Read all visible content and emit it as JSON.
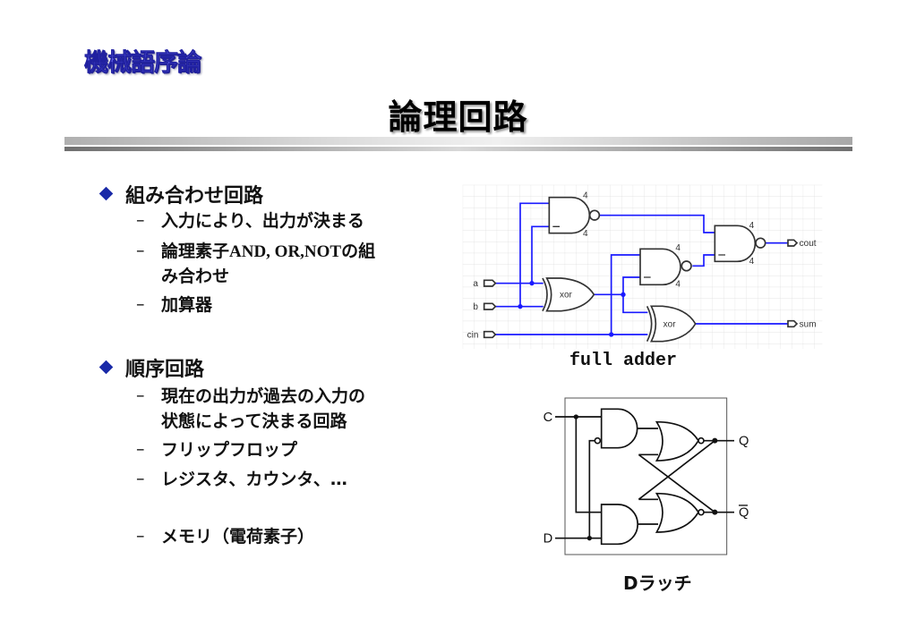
{
  "header": {
    "course": "機械語序論",
    "title": "論理回路"
  },
  "sections": [
    {
      "heading": "組み合わせ回路",
      "items": [
        "入力により、出力が決まる",
        "論理素子",
        "AND, OR,NOT",
        "の組",
        "み合わせ",
        "加算器"
      ]
    },
    {
      "heading": "順序回路",
      "items": [
        "現在の出力が過去の入力の",
        "状態によって決まる回路",
        "フリップフロップ",
        "レジスタ、カウンタ、…",
        "メモリ（電荷素子）"
      ]
    }
  ],
  "full_adder": {
    "caption": "full adder",
    "inputs": [
      "a",
      "b",
      "cin"
    ],
    "outputs": [
      "cout",
      "sum"
    ],
    "gate_label": "xor",
    "delay": "4",
    "wire_color": "#1a1aff"
  },
  "d_latch": {
    "caption": "Dラッチ",
    "inputs": [
      "C",
      "D"
    ],
    "outputs": [
      "Q",
      "Q"
    ]
  }
}
